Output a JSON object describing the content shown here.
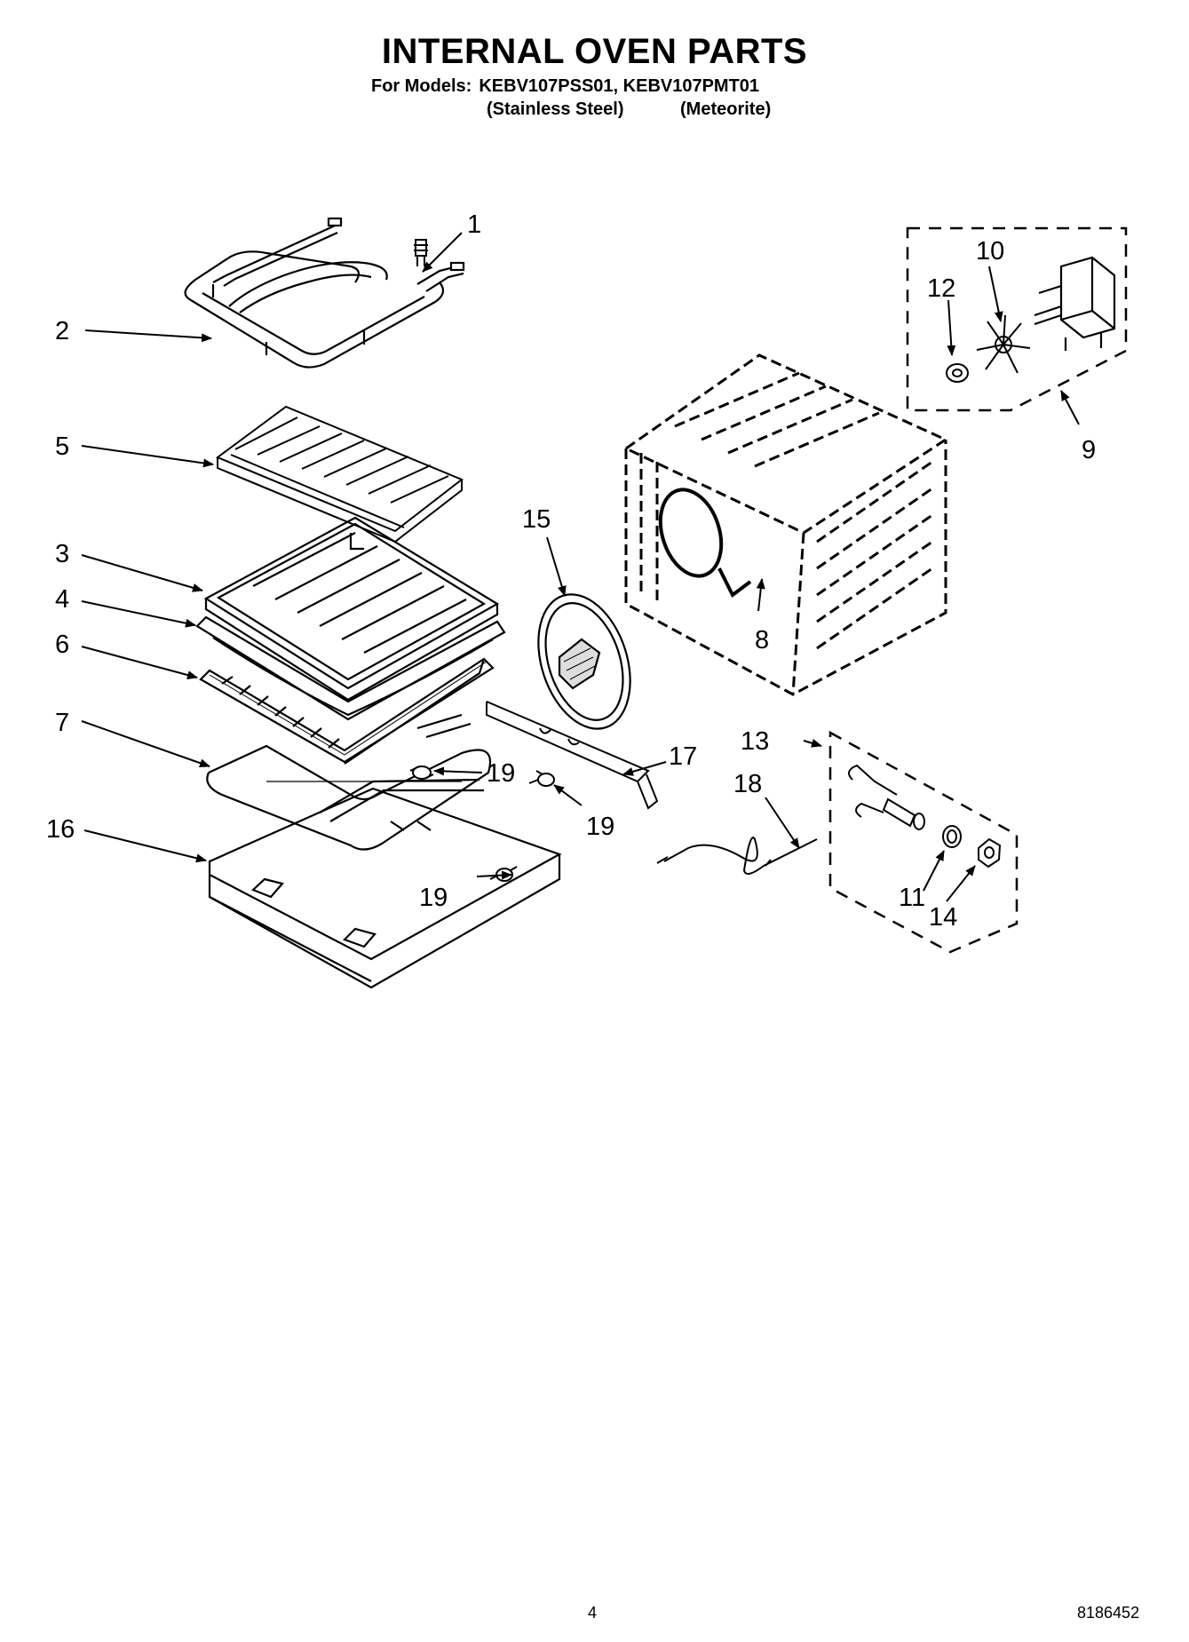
{
  "title": "INTERNAL OVEN PARTS",
  "models": {
    "prefix": "For Models:",
    "list": "KEBV107PSS01, KEBV107PMT01"
  },
  "finishes": [
    "(Stainless Steel)",
    "(Meteorite)"
  ],
  "callouts": [
    "1",
    "2",
    "5",
    "3",
    "4",
    "6",
    "7",
    "16",
    "12",
    "10",
    "9",
    "15",
    "8",
    "17",
    "13",
    "18",
    "19",
    "19",
    "19",
    "11",
    "14"
  ],
  "footer": {
    "page_number": "4",
    "document_number": "8186452"
  }
}
